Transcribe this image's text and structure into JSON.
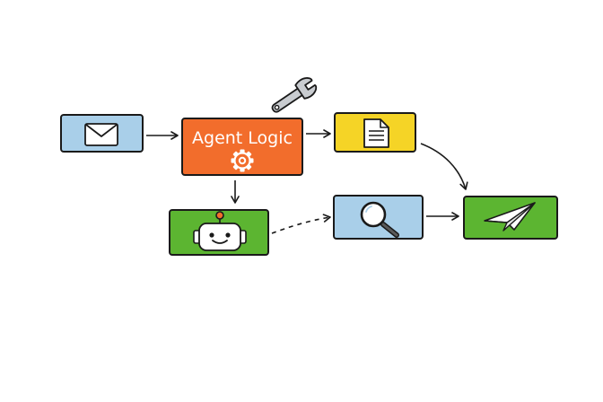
{
  "diagram": {
    "center_label": "Agent Logic",
    "colors": {
      "email": "#a9cfe9",
      "agent": "#f26d2c",
      "document": "#f5d426",
      "robot": "#5cb531",
      "search": "#a9cfe9",
      "send": "#5cb531",
      "outline": "#1a1a1a"
    },
    "nodes": [
      {
        "id": "email",
        "icon": "envelope-icon"
      },
      {
        "id": "agent",
        "icon": "gear-icon"
      },
      {
        "id": "document",
        "icon": "document-icon"
      },
      {
        "id": "robot",
        "icon": "robot-icon"
      },
      {
        "id": "search",
        "icon": "magnifier-icon"
      },
      {
        "id": "send",
        "icon": "paper-plane-icon"
      }
    ],
    "tool_icon": "wrench-icon",
    "edges": [
      {
        "from": "email",
        "to": "agent",
        "style": "solid"
      },
      {
        "from": "agent",
        "to": "document",
        "style": "solid"
      },
      {
        "from": "agent",
        "to": "robot",
        "style": "solid"
      },
      {
        "from": "document",
        "to": "send",
        "style": "solid"
      },
      {
        "from": "robot",
        "to": "search",
        "style": "dashed"
      },
      {
        "from": "search",
        "to": "send",
        "style": "solid"
      }
    ]
  }
}
